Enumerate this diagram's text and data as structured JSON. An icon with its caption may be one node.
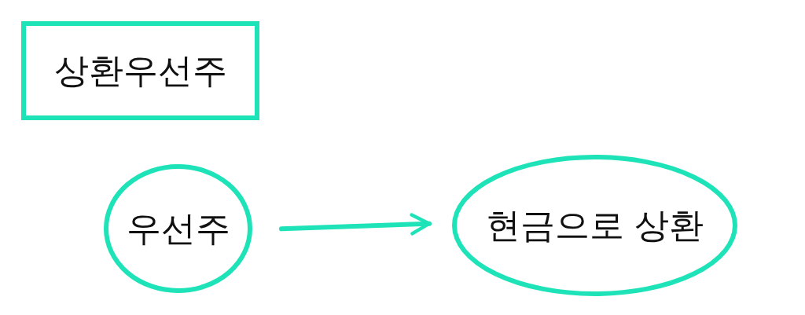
{
  "diagram": {
    "nodes": [
      {
        "text": [
          "상환우선주"
        ]
      },
      {
        "text": [
          "우선주"
        ]
      },
      {
        "text": [
          "현금으로 상환"
        ]
      }
    ],
    "edges": [
      {
        "from": 1,
        "to": 2,
        "arrow": "to"
      }
    ]
  }
}
